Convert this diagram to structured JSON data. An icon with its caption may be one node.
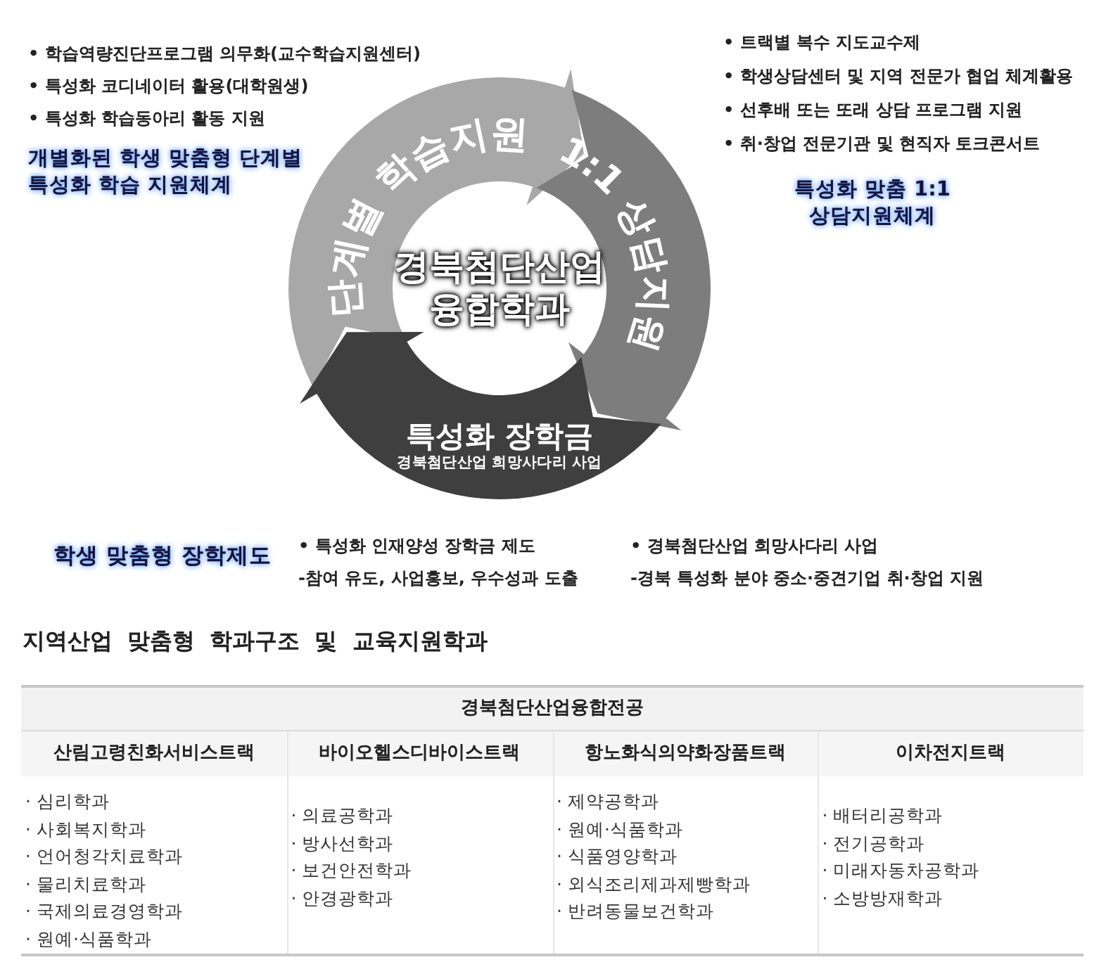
{
  "diagram": {
    "nodes": [
      {
        "text": [
          "단계별 학습지원"
        ]
      },
      {
        "text": [
          "1:1 상담지원"
        ]
      },
      {
        "text": [
          "특성화 장학금",
          "경북첨단산업 희망사다리 사업"
        ]
      }
    ],
    "edges": [
      {
        "from": 0,
        "to": 1,
        "arrow": "to"
      },
      {
        "from": 1,
        "to": 2,
        "arrow": "to"
      },
      {
        "from": 2,
        "to": 0,
        "arrow": "to"
      }
    ],
    "labels": [
      "• 학습역량진단프로그램 의무화(교수학습지원센터)",
      "• 특성화 코디네이터 활용(대학원생)",
      "• 특성화 학습동아리 활동 지원",
      "• 트랙별 복수 지도교수제",
      "• 학생상담센터 및 지역 전문가 협업 체계활용",
      "• 선후배 또는 또래 상담 프로그램 지원",
      "• 취·창업 전문기관 및 현직자 토크콘서트",
      "개별화된 학생 맞춤형 단계별 특성화 학습 지원체계",
      "특성화 맞춤 1:1 상담지원체계",
      "경북첨단산업 융합학과",
      "학생 맞춤형 장학제도",
      "• 특성화 인재양성 장학금 제도",
      "-참여 유도, 사업홍보, 우수성과 도출",
      "• 경북첨단산업 희망사다리 사업",
      "-경북 특성화 분야 중소·중견기업 취·창업 지원",
      "지역산업 맞춤형 학과구조 및 교육지원학과",
      "경북첨단산업융합전공",
      "산림고령친화서비스트랙",
      "바이오헬스디바이스트랙",
      "항노화식의약화장품트랙",
      "이차전지트랙",
      "· 심리학과",
      "· 사회복지학과",
      "· 언어청각치료학과",
      "· 물리치료학과",
      "· 국제의료경영학과",
      "· 원예·식품학과",
      "· 의료공학과",
      "· 방사선학과",
      "· 보건안전학과",
      "· 안경광학과",
      "· 제약공학과",
      "· 원예·식품학과",
      "· 식품영양학과",
      "· 외식조리제과제빵학과",
      "· 반려동물보건학과",
      "· 배터리공학과",
      "· 전기공학과",
      "· 미래자동차공학과",
      "· 소방방재학과"
    ]
  }
}
